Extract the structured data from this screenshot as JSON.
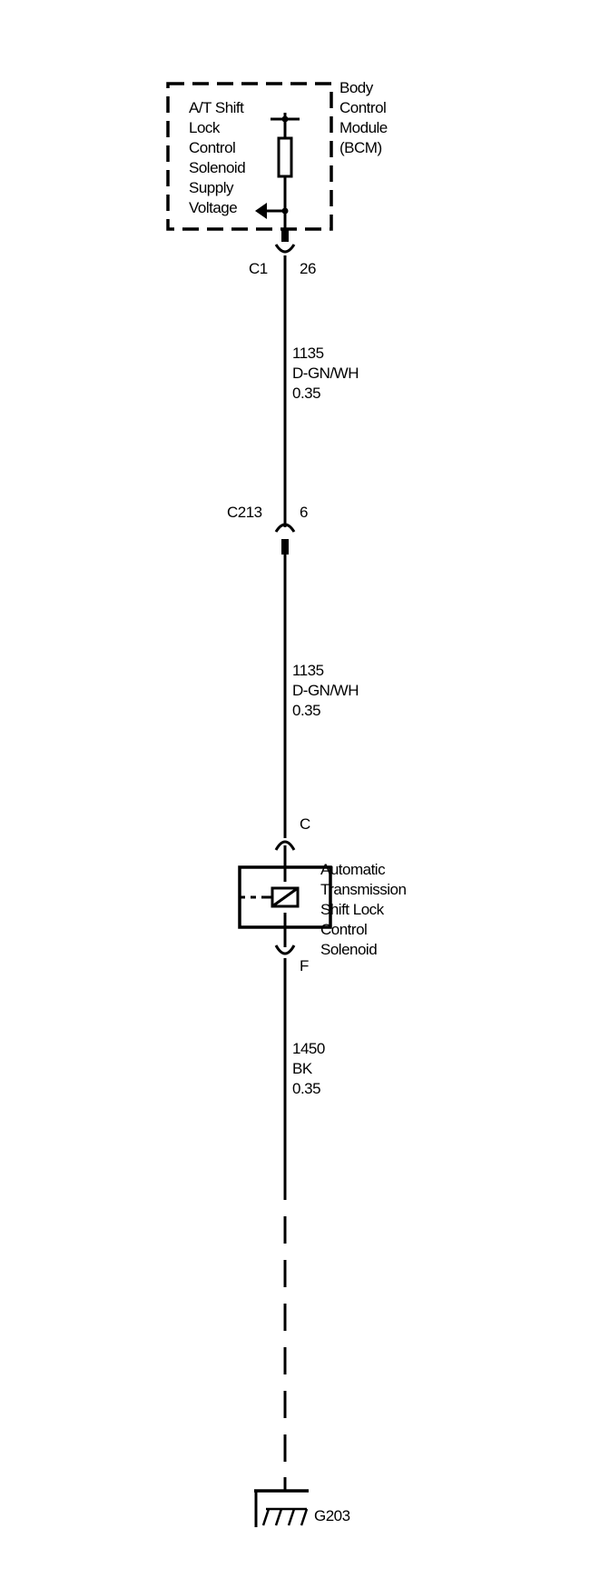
{
  "bcm": {
    "function_lines": [
      "A/T Shift",
      "Lock",
      "Control",
      "Solenoid",
      "Supply",
      "Voltage"
    ],
    "module_lines": [
      "Body",
      "Control",
      "Module",
      "(BCM)"
    ],
    "connector": "C1",
    "pin": "26"
  },
  "wire_1": {
    "circuit": "1135",
    "color": "D-GN/WH",
    "size": "0.35"
  },
  "inline_connector": {
    "name": "C213",
    "pin": "6"
  },
  "wire_2": {
    "circuit": "1135",
    "color": "D-GN/WH",
    "size": "0.35"
  },
  "solenoid": {
    "pin_top": "C",
    "pin_bottom": "F",
    "lines": [
      "Automatic",
      "Transmission",
      "Shift Lock",
      "Control",
      "Solenoid"
    ]
  },
  "wire_3": {
    "circuit": "1450",
    "color": "BK",
    "size": "0.35"
  },
  "ground": {
    "name": "G203"
  }
}
